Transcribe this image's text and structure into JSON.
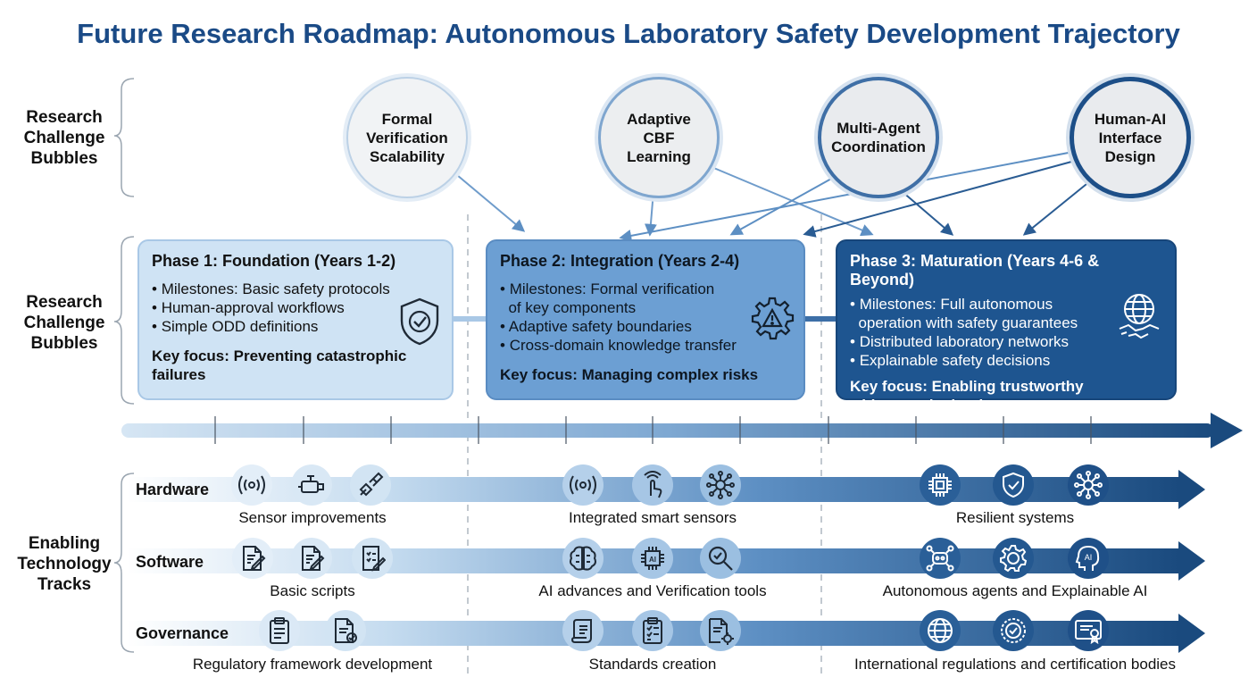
{
  "title": "Future Research Roadmap: Autonomous Laboratory Safety Development Trajectory",
  "side_labels": {
    "top": "Research\nChallenge\nBubbles",
    "middle": "Research\nChallenge\nBubbles",
    "bottom": "Enabling\nTechnology\nTracks"
  },
  "bubbles": [
    {
      "label": "Formal\nVerification\nScalability"
    },
    {
      "label": "Adaptive\nCBF\nLearning"
    },
    {
      "label": "Multi-Agent\nCoordination"
    },
    {
      "label": "Human-AI\nInterface\nDesign"
    }
  ],
  "phases": [
    {
      "title": "Phase 1: Foundation (Years 1-2)",
      "items": [
        "Milestones: Basic safety protocols",
        "Human-approval workflows",
        "Simple ODD definitions"
      ],
      "focus": "Key focus: Preventing catastrophic failures",
      "icon": "shield-check-icon"
    },
    {
      "title": "Phase 2: Integration (Years 2-4)",
      "items": [
        "Milestones: Formal verification\n  of key components",
        "Adaptive safety boundaries",
        "Cross-domain knowledge transfer"
      ],
      "focus": "Key focus: Managing complex risks",
      "icon": "gear-warning-icon"
    },
    {
      "title": "Phase 3: Maturation (Years 4-6 & Beyond)",
      "items": [
        "Milestones: Full autonomous\n  operation with safety guarantees",
        "Distributed laboratory networks",
        "Explainable safety decisions"
      ],
      "focus": "Key focus: Enabling trustworthy widespread adoption",
      "icon": "globe-handshake-icon"
    }
  ],
  "tracks": [
    {
      "label": "Hardware",
      "captions": [
        "Sensor improvements",
        "Integrated smart sensors",
        "Resilient systems"
      ],
      "icons": [
        "sensor-waves-icon",
        "actuator-icon",
        "connector-plug-icon",
        "sensor-waves-icon",
        "touch-sensor-icon",
        "network-hub-icon",
        "chip-icon",
        "shield-check-icon",
        "network-hub-icon"
      ]
    },
    {
      "label": "Software",
      "captions": [
        "Basic scripts",
        "AI advances and Verification tools",
        "Autonomous agents and Explainable AI"
      ],
      "icons": [
        "document-edit-icon",
        "document-edit-icon",
        "checklist-edit-icon",
        "brain-icon",
        "ai-chip-icon",
        "magnifier-icon",
        "robot-agent-icon",
        "gear-brain-icon",
        "ai-head-icon"
      ]
    },
    {
      "label": "Governance",
      "captions": [
        "Regulatory framework development",
        "Standards creation",
        "International regulations and certification bodies"
      ],
      "icons": [
        "clipboard-icon",
        "document-check-icon",
        "scroll-icon",
        "checklist-icon",
        "document-gear-icon",
        "globe-icon",
        "seal-icon",
        "certificate-icon"
      ]
    }
  ],
  "colors": {
    "title": "#1a4a86",
    "phase1_bg": "#cfe3f4",
    "phase2_bg": "#6c9fd3",
    "phase3_bg": "#1e5590",
    "arrow_dark": "#1a4a7e",
    "arrow_light": "#d8e7f4"
  }
}
